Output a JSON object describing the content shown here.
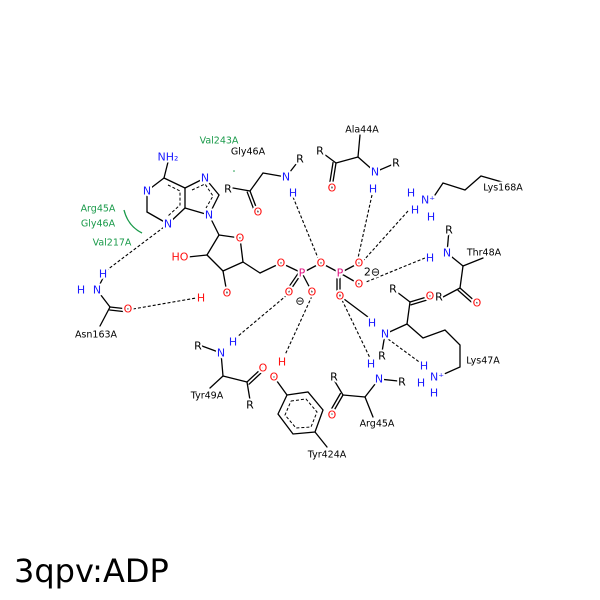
{
  "title": "3qpv:ADP",
  "colors": {
    "N": "#1a1aff",
    "O": "#ff1010",
    "P": "#e0107f",
    "C": "#000000",
    "G": "#1a9a4a"
  },
  "labels": [
    {
      "text": "NH₂",
      "kind": "N"
    },
    {
      "text": "N",
      "kind": "N"
    },
    {
      "text": "N",
      "kind": "N"
    },
    {
      "text": "N",
      "kind": "N"
    },
    {
      "text": "N",
      "kind": "N"
    },
    {
      "text": "O",
      "kind": "O"
    },
    {
      "text": "HO",
      "kind": "O"
    },
    {
      "text": "O",
      "kind": "O"
    },
    {
      "text": "H",
      "kind": "O"
    },
    {
      "text": "O",
      "kind": "O"
    },
    {
      "text": "P",
      "kind": "P"
    },
    {
      "text": "O",
      "kind": "O"
    },
    {
      "text": "P",
      "kind": "P"
    },
    {
      "text": "O",
      "kind": "O"
    },
    {
      "text": "O",
      "kind": "O"
    },
    {
      "text": "O",
      "kind": "O"
    },
    {
      "text": "O",
      "kind": "O"
    },
    {
      "text": "O",
      "kind": "O"
    },
    {
      "text": "⊖",
      "kind": "C"
    },
    {
      "text": "2⊖",
      "kind": "C"
    },
    {
      "text": "R",
      "kind": "C"
    },
    {
      "text": "O",
      "kind": "O"
    },
    {
      "text": "N",
      "kind": "N"
    },
    {
      "text": "R",
      "kind": "C"
    },
    {
      "text": "H",
      "kind": "N"
    },
    {
      "text": "Gly46A",
      "kind": "C",
      "res": true
    },
    {
      "text": "R",
      "kind": "C"
    },
    {
      "text": "O",
      "kind": "O"
    },
    {
      "text": "N",
      "kind": "N"
    },
    {
      "text": "R",
      "kind": "C"
    },
    {
      "text": "H",
      "kind": "N"
    },
    {
      "text": "Ala44A",
      "kind": "C",
      "res": true
    },
    {
      "text": "N⁺",
      "kind": "N"
    },
    {
      "text": "H",
      "kind": "N"
    },
    {
      "text": "H",
      "kind": "N"
    },
    {
      "text": "H",
      "kind": "N"
    },
    {
      "text": "Lys168A",
      "kind": "C",
      "res": true
    },
    {
      "text": "R",
      "kind": "C"
    },
    {
      "text": "N",
      "kind": "N"
    },
    {
      "text": "H",
      "kind": "N"
    },
    {
      "text": "Thr48A",
      "kind": "C",
      "res": true
    },
    {
      "text": "O",
      "kind": "O"
    },
    {
      "text": "R",
      "kind": "C"
    },
    {
      "text": "R",
      "kind": "C"
    },
    {
      "text": "O",
      "kind": "O"
    },
    {
      "text": "N",
      "kind": "N"
    },
    {
      "text": "H",
      "kind": "N"
    },
    {
      "text": "R",
      "kind": "C"
    },
    {
      "text": "N⁺",
      "kind": "N"
    },
    {
      "text": "H",
      "kind": "N"
    },
    {
      "text": "H",
      "kind": "N"
    },
    {
      "text": "H",
      "kind": "N"
    },
    {
      "text": "Lys47A",
      "kind": "C",
      "res": true
    },
    {
      "text": "H",
      "kind": "N"
    },
    {
      "text": "N",
      "kind": "N"
    },
    {
      "text": "R",
      "kind": "C"
    },
    {
      "text": "O",
      "kind": "O"
    },
    {
      "text": "R",
      "kind": "C"
    },
    {
      "text": "Arg45A",
      "kind": "C",
      "res": true
    },
    {
      "text": "R",
      "kind": "C"
    },
    {
      "text": "N",
      "kind": "N"
    },
    {
      "text": "H",
      "kind": "N"
    },
    {
      "text": "O",
      "kind": "O"
    },
    {
      "text": "R",
      "kind": "C"
    },
    {
      "text": "Tyr49A",
      "kind": "C",
      "res": true
    },
    {
      "text": "H",
      "kind": "O"
    },
    {
      "text": "O",
      "kind": "O"
    },
    {
      "text": "Tyr424A",
      "kind": "C",
      "res": true
    },
    {
      "text": "H",
      "kind": "N"
    },
    {
      "text": "N",
      "kind": "N"
    },
    {
      "text": "H",
      "kind": "N"
    },
    {
      "text": "O",
      "kind": "O"
    },
    {
      "text": "Asn163A",
      "kind": "C",
      "res": true
    },
    {
      "text": "Val243A",
      "kind": "G",
      "res": true
    },
    {
      "text": "Arg45A",
      "kind": "G",
      "res": true
    },
    {
      "text": "Gly46A",
      "kind": "G",
      "res": true
    },
    {
      "text": "Val217A",
      "kind": "G",
      "res": true
    }
  ]
}
